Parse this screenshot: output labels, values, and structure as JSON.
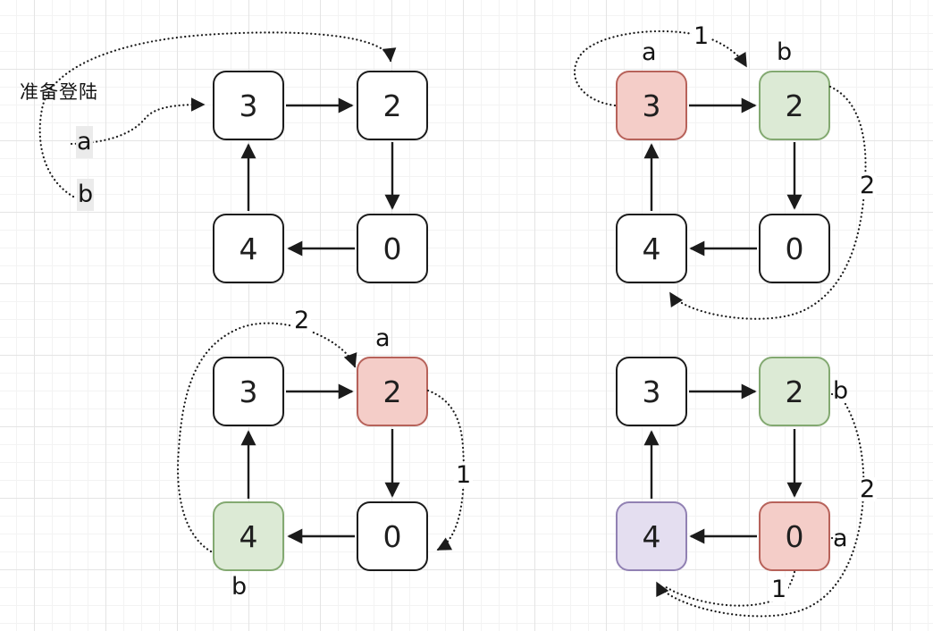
{
  "annotation": "准备登陆",
  "colors": {
    "stroke": "#1b1b1b",
    "node_white_fill": "#ffffff",
    "node_red_fill": "#f4cdc8",
    "node_red_stroke": "#b7625a",
    "node_green_fill": "#dcead5",
    "node_green_stroke": "#83a971",
    "node_purple_fill": "#e4def0",
    "node_purple_stroke": "#9181b3",
    "pointer_label_highlight": "#ebebeb",
    "grid_minor": "#f3f3f3",
    "grid_major": "#e4e4e4"
  },
  "edges": [
    {
      "from": "3",
      "to": "2"
    },
    {
      "from": "2",
      "to": "0"
    },
    {
      "from": "0",
      "to": "4"
    },
    {
      "from": "4",
      "to": "3"
    }
  ],
  "diagrams": [
    {
      "position": "top-left",
      "nodes": [
        {
          "value": "3",
          "color": "white"
        },
        {
          "value": "2",
          "color": "white"
        },
        {
          "value": "4",
          "color": "white"
        },
        {
          "value": "0",
          "color": "white"
        }
      ],
      "pointers": [
        {
          "label": "a",
          "points_to": "3"
        },
        {
          "label": "b",
          "points_to": "2"
        }
      ],
      "steps": []
    },
    {
      "position": "top-right",
      "nodes": [
        {
          "value": "3",
          "color": "red"
        },
        {
          "value": "2",
          "color": "green"
        },
        {
          "value": "4",
          "color": "white"
        },
        {
          "value": "0",
          "color": "white"
        }
      ],
      "pointers": [
        {
          "label": "a",
          "points_to": "3"
        },
        {
          "label": "b",
          "points_to": "2"
        }
      ],
      "steps": [
        {
          "label": "1",
          "from": "3",
          "to": "2"
        },
        {
          "label": "2",
          "from": "2",
          "to": "4"
        }
      ]
    },
    {
      "position": "bottom-left",
      "nodes": [
        {
          "value": "3",
          "color": "white"
        },
        {
          "value": "2",
          "color": "red"
        },
        {
          "value": "4",
          "color": "green"
        },
        {
          "value": "0",
          "color": "white"
        }
      ],
      "pointers": [
        {
          "label": "a",
          "points_to": "2"
        },
        {
          "label": "b",
          "points_to": "4"
        }
      ],
      "steps": [
        {
          "label": "2",
          "from": "4",
          "to": "2"
        },
        {
          "label": "1",
          "from": "2",
          "to": "0"
        }
      ]
    },
    {
      "position": "bottom-right",
      "nodes": [
        {
          "value": "3",
          "color": "white"
        },
        {
          "value": "2",
          "color": "green"
        },
        {
          "value": "4",
          "color": "purple"
        },
        {
          "value": "0",
          "color": "red"
        }
      ],
      "pointers": [
        {
          "label": "b",
          "points_to": "2"
        },
        {
          "label": "a",
          "points_to": "0"
        }
      ],
      "steps": [
        {
          "label": "2",
          "from": "2",
          "to": "4"
        },
        {
          "label": "1",
          "from": "0",
          "to": "4"
        }
      ]
    }
  ]
}
